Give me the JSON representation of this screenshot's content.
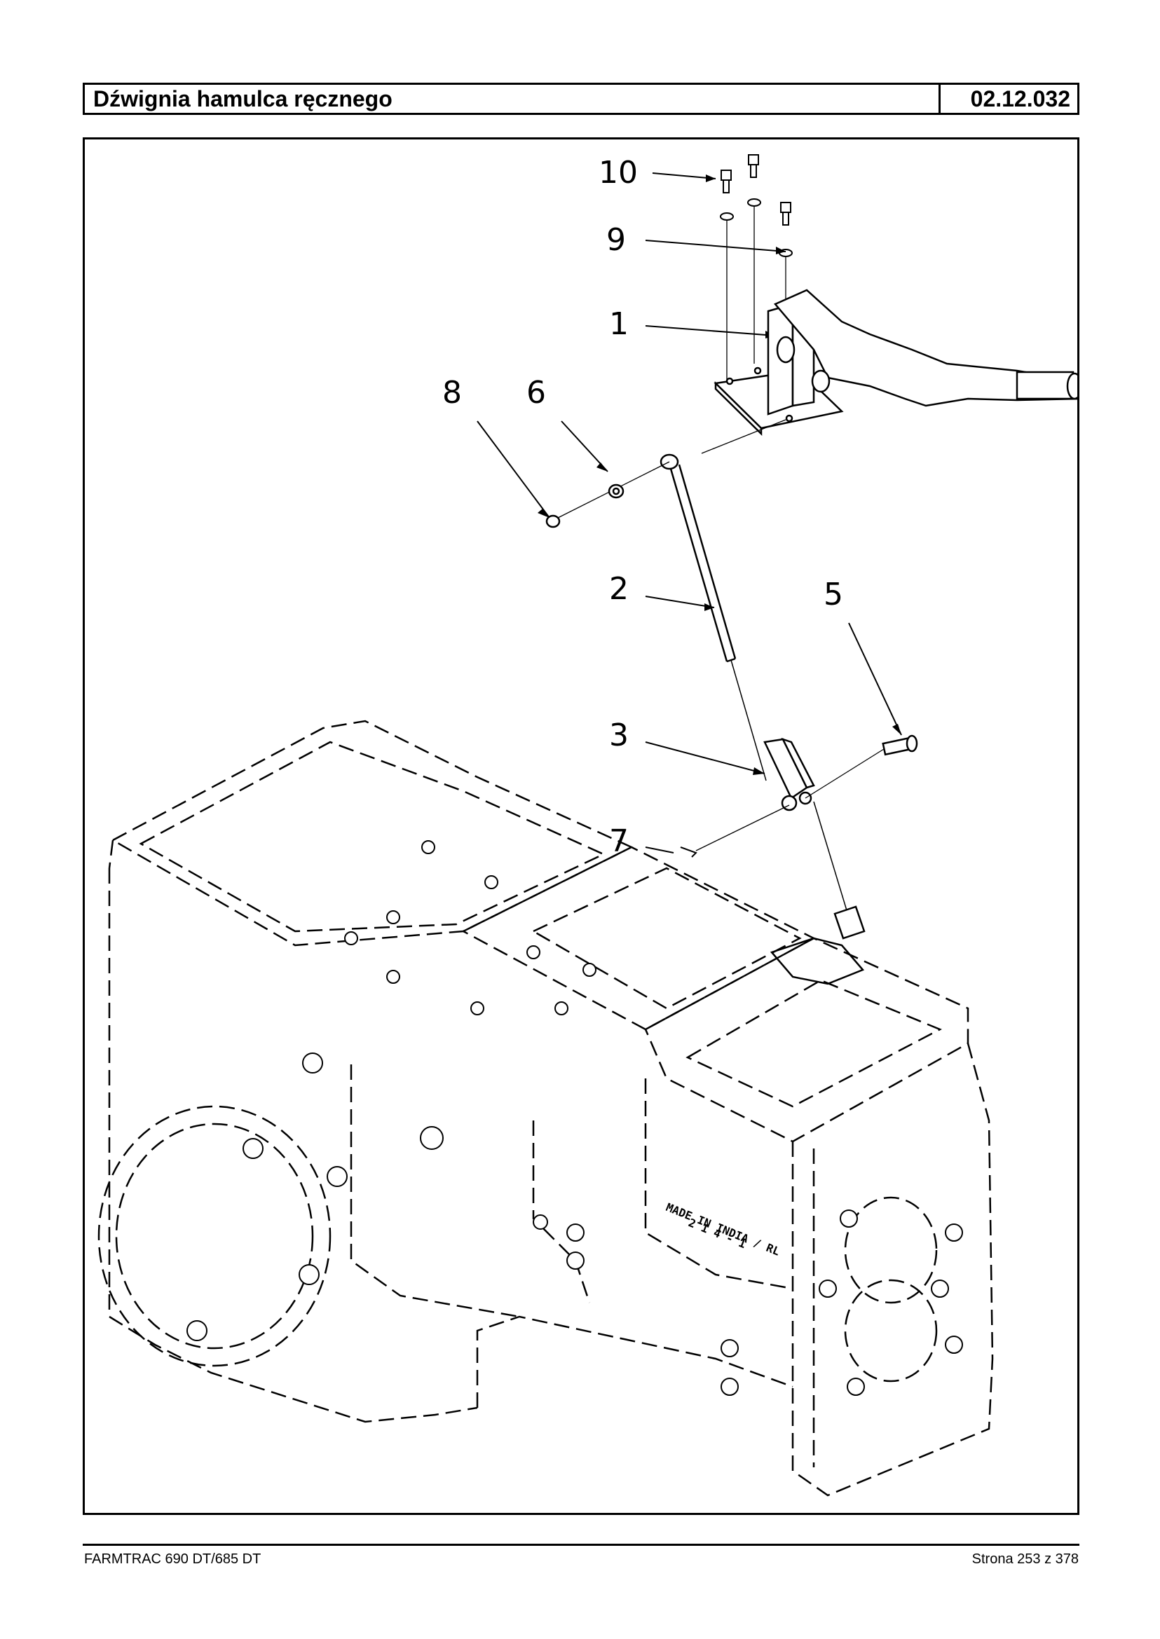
{
  "header": {
    "title": "Dźwignia hamulca ręcznego",
    "code": "02.12.032"
  },
  "diagram": {
    "callouts": [
      "10",
      "9",
      "1",
      "8",
      "6",
      "2",
      "5",
      "3",
      "7"
    ],
    "housing_marking": [
      "MADE IN INDIA / RL",
      "2 1 4 - 1"
    ]
  },
  "footer": {
    "model": "FARMTRAC 690 DT/685 DT",
    "page": "Strona 253 z 378"
  }
}
